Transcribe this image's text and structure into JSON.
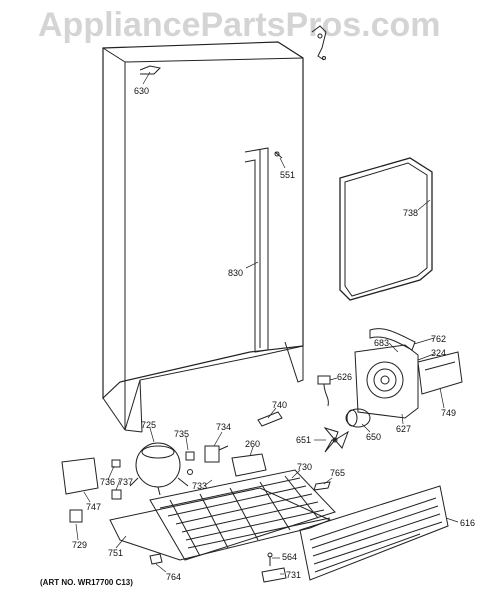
{
  "watermark": "AppliancePartsPros.com",
  "art_number": "(ART NO. WR17700 C13)",
  "colors": {
    "line": "#222222",
    "watermark": "#d4d4d4"
  },
  "parts": [
    {
      "id": "callout-630",
      "label": "630"
    },
    {
      "id": "callout-551",
      "label": "551"
    },
    {
      "id": "callout-830",
      "label": "830"
    },
    {
      "id": "callout-738",
      "label": "738"
    },
    {
      "id": "callout-762",
      "label": "762"
    },
    {
      "id": "callout-683",
      "label": "683"
    },
    {
      "id": "callout-324",
      "label": "324"
    },
    {
      "id": "callout-626",
      "label": "626"
    },
    {
      "id": "callout-749",
      "label": "749"
    },
    {
      "id": "callout-627",
      "label": "627"
    },
    {
      "id": "callout-650",
      "label": "650"
    },
    {
      "id": "callout-651",
      "label": "651"
    },
    {
      "id": "callout-740",
      "label": "740"
    },
    {
      "id": "callout-734",
      "label": "734"
    },
    {
      "id": "callout-725",
      "label": "725"
    },
    {
      "id": "callout-735",
      "label": "735"
    },
    {
      "id": "callout-260",
      "label": "260"
    },
    {
      "id": "callout-730",
      "label": "730"
    },
    {
      "id": "callout-765",
      "label": "765"
    },
    {
      "id": "callout-733",
      "label": "733"
    },
    {
      "id": "callout-736",
      "label": "736"
    },
    {
      "id": "callout-737",
      "label": "737"
    },
    {
      "id": "callout-747",
      "label": "747"
    },
    {
      "id": "callout-729",
      "label": "729"
    },
    {
      "id": "callout-751",
      "label": "751"
    },
    {
      "id": "callout-764",
      "label": "764"
    },
    {
      "id": "callout-564",
      "label": "564"
    },
    {
      "id": "callout-731",
      "label": "731"
    },
    {
      "id": "callout-616",
      "label": "616"
    }
  ]
}
